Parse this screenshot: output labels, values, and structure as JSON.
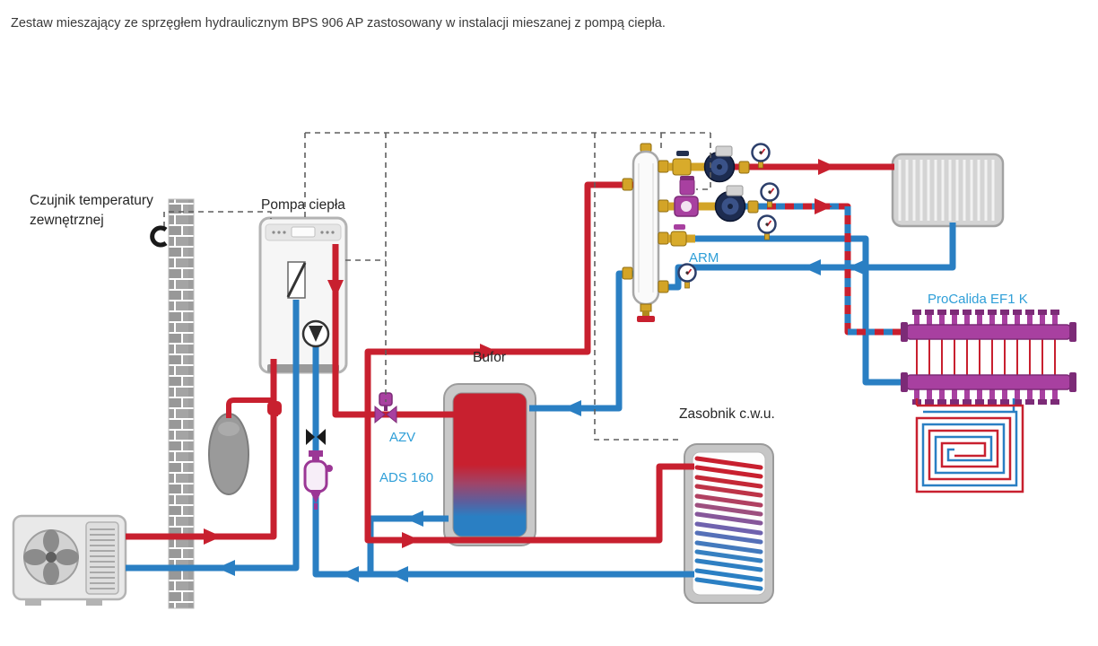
{
  "title": "Zestaw mieszający ze sprzęgłem hydraulicznym BPS 906 AP zastosowany w instalacji mieszanej z pompą ciepła.",
  "labels": {
    "outdoor_sensor_line1": "Czujnik temperatury",
    "outdoor_sensor_line2": "zewnętrznej",
    "heat_pump": "Pompa ciepła",
    "buffer_tank": "Bufor",
    "dhw_tank": "Zasobnik c.w.u.",
    "mixing_group_arm": "ARM",
    "valve_azv": "AZV",
    "separator_ads": "ADS 160",
    "floor_system_procalida": "ProCalida EF1 K"
  },
  "colors": {
    "supply_pipe": "#c8202f",
    "return_pipe": "#2a7fc3",
    "component_purple": "#a840a0",
    "brass": "#d3a427",
    "label_blue": "#2f9fd8",
    "wiring_dashed": "#5f5f5f"
  }
}
